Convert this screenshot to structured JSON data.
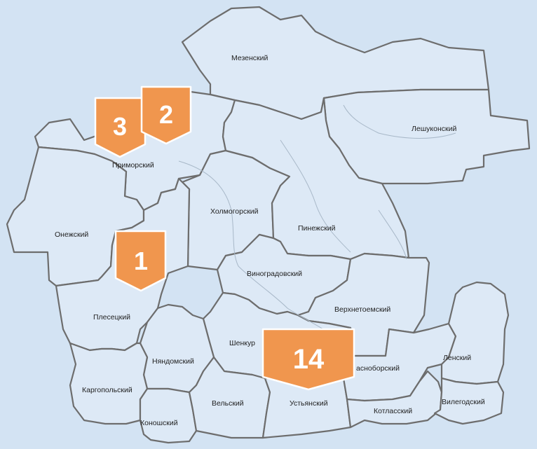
{
  "regions": [
    {
      "id": "mezen",
      "label": "Мезенский"
    },
    {
      "id": "leshukon",
      "label": "Лешуконский"
    },
    {
      "id": "primorsky",
      "label": "Приморский"
    },
    {
      "id": "onega",
      "label": "Онежский"
    },
    {
      "id": "kholmogory",
      "label": "Холмогорский"
    },
    {
      "id": "pinega",
      "label": "Пинежский"
    },
    {
      "id": "vinogradov",
      "label": "Виноградовский"
    },
    {
      "id": "verkhnetoem",
      "label": "Верхнетоемский"
    },
    {
      "id": "plesetsk",
      "label": "Плесецкий"
    },
    {
      "id": "shenkursk",
      "label": "Шенкур"
    },
    {
      "id": "nyandoma",
      "label": "Няндомский"
    },
    {
      "id": "kargopol",
      "label": "Каргопольский"
    },
    {
      "id": "konosha",
      "label": "Коношский"
    },
    {
      "id": "velsk",
      "label": "Вельский"
    },
    {
      "id": "ustyansky",
      "label": "Устьянский"
    },
    {
      "id": "krasnoborsk",
      "label": "асноборский"
    },
    {
      "id": "lensky",
      "label": "Ленский"
    },
    {
      "id": "kotlas",
      "label": "Котласский"
    },
    {
      "id": "vilegodsk",
      "label": "Вилегодский"
    }
  ],
  "markers": [
    {
      "id": "primorsky-a",
      "value": "3"
    },
    {
      "id": "primorsky-b",
      "value": "2"
    },
    {
      "id": "plesetsk",
      "value": "1"
    },
    {
      "id": "ustyansky",
      "value": "14"
    }
  ],
  "colors": {
    "background": "#d3e3f3",
    "region_fill": "#dde9f6",
    "border": "#6d6d6d",
    "marker": "#f0964e"
  }
}
